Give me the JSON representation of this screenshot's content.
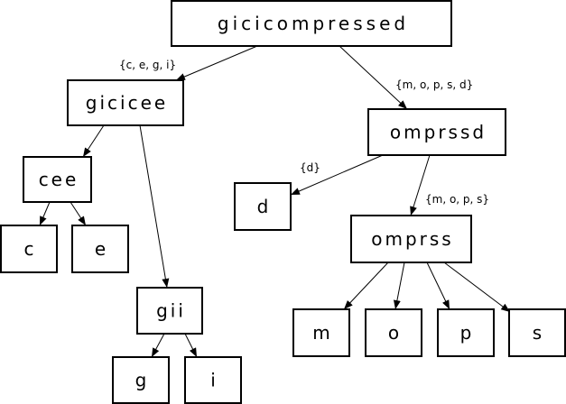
{
  "nodes": {
    "root": {
      "label": "gicicompressed"
    },
    "gicicee": {
      "label": "gicicee"
    },
    "omprssd": {
      "label": "omprssd"
    },
    "cee": {
      "label": "cee"
    },
    "c": {
      "label": "c"
    },
    "e": {
      "label": "e"
    },
    "gii": {
      "label": "gii"
    },
    "g": {
      "label": "g"
    },
    "i": {
      "label": "i"
    },
    "d": {
      "label": "d"
    },
    "omprss": {
      "label": "omprss"
    },
    "m": {
      "label": "m"
    },
    "o": {
      "label": "o"
    },
    "p": {
      "label": "p"
    },
    "s": {
      "label": "s"
    }
  },
  "edges": [
    {
      "from": "root",
      "to": "gicicee",
      "label": "{c, e, g, i}"
    },
    {
      "from": "root",
      "to": "omprssd",
      "label": "{m, o, p, s, d}"
    },
    {
      "from": "gicicee",
      "to": "cee",
      "label": ""
    },
    {
      "from": "gicicee",
      "to": "gii",
      "label": ""
    },
    {
      "from": "cee",
      "to": "c",
      "label": ""
    },
    {
      "from": "cee",
      "to": "e",
      "label": ""
    },
    {
      "from": "gii",
      "to": "g",
      "label": ""
    },
    {
      "from": "gii",
      "to": "i",
      "label": ""
    },
    {
      "from": "omprssd",
      "to": "d",
      "label": "{d}"
    },
    {
      "from": "omprssd",
      "to": "omprss",
      "label": "{m, o, p, s}"
    },
    {
      "from": "omprss",
      "to": "m",
      "label": ""
    },
    {
      "from": "omprss",
      "to": "o",
      "label": ""
    },
    {
      "from": "omprss",
      "to": "p",
      "label": ""
    },
    {
      "from": "omprss",
      "to": "s",
      "label": ""
    }
  ]
}
